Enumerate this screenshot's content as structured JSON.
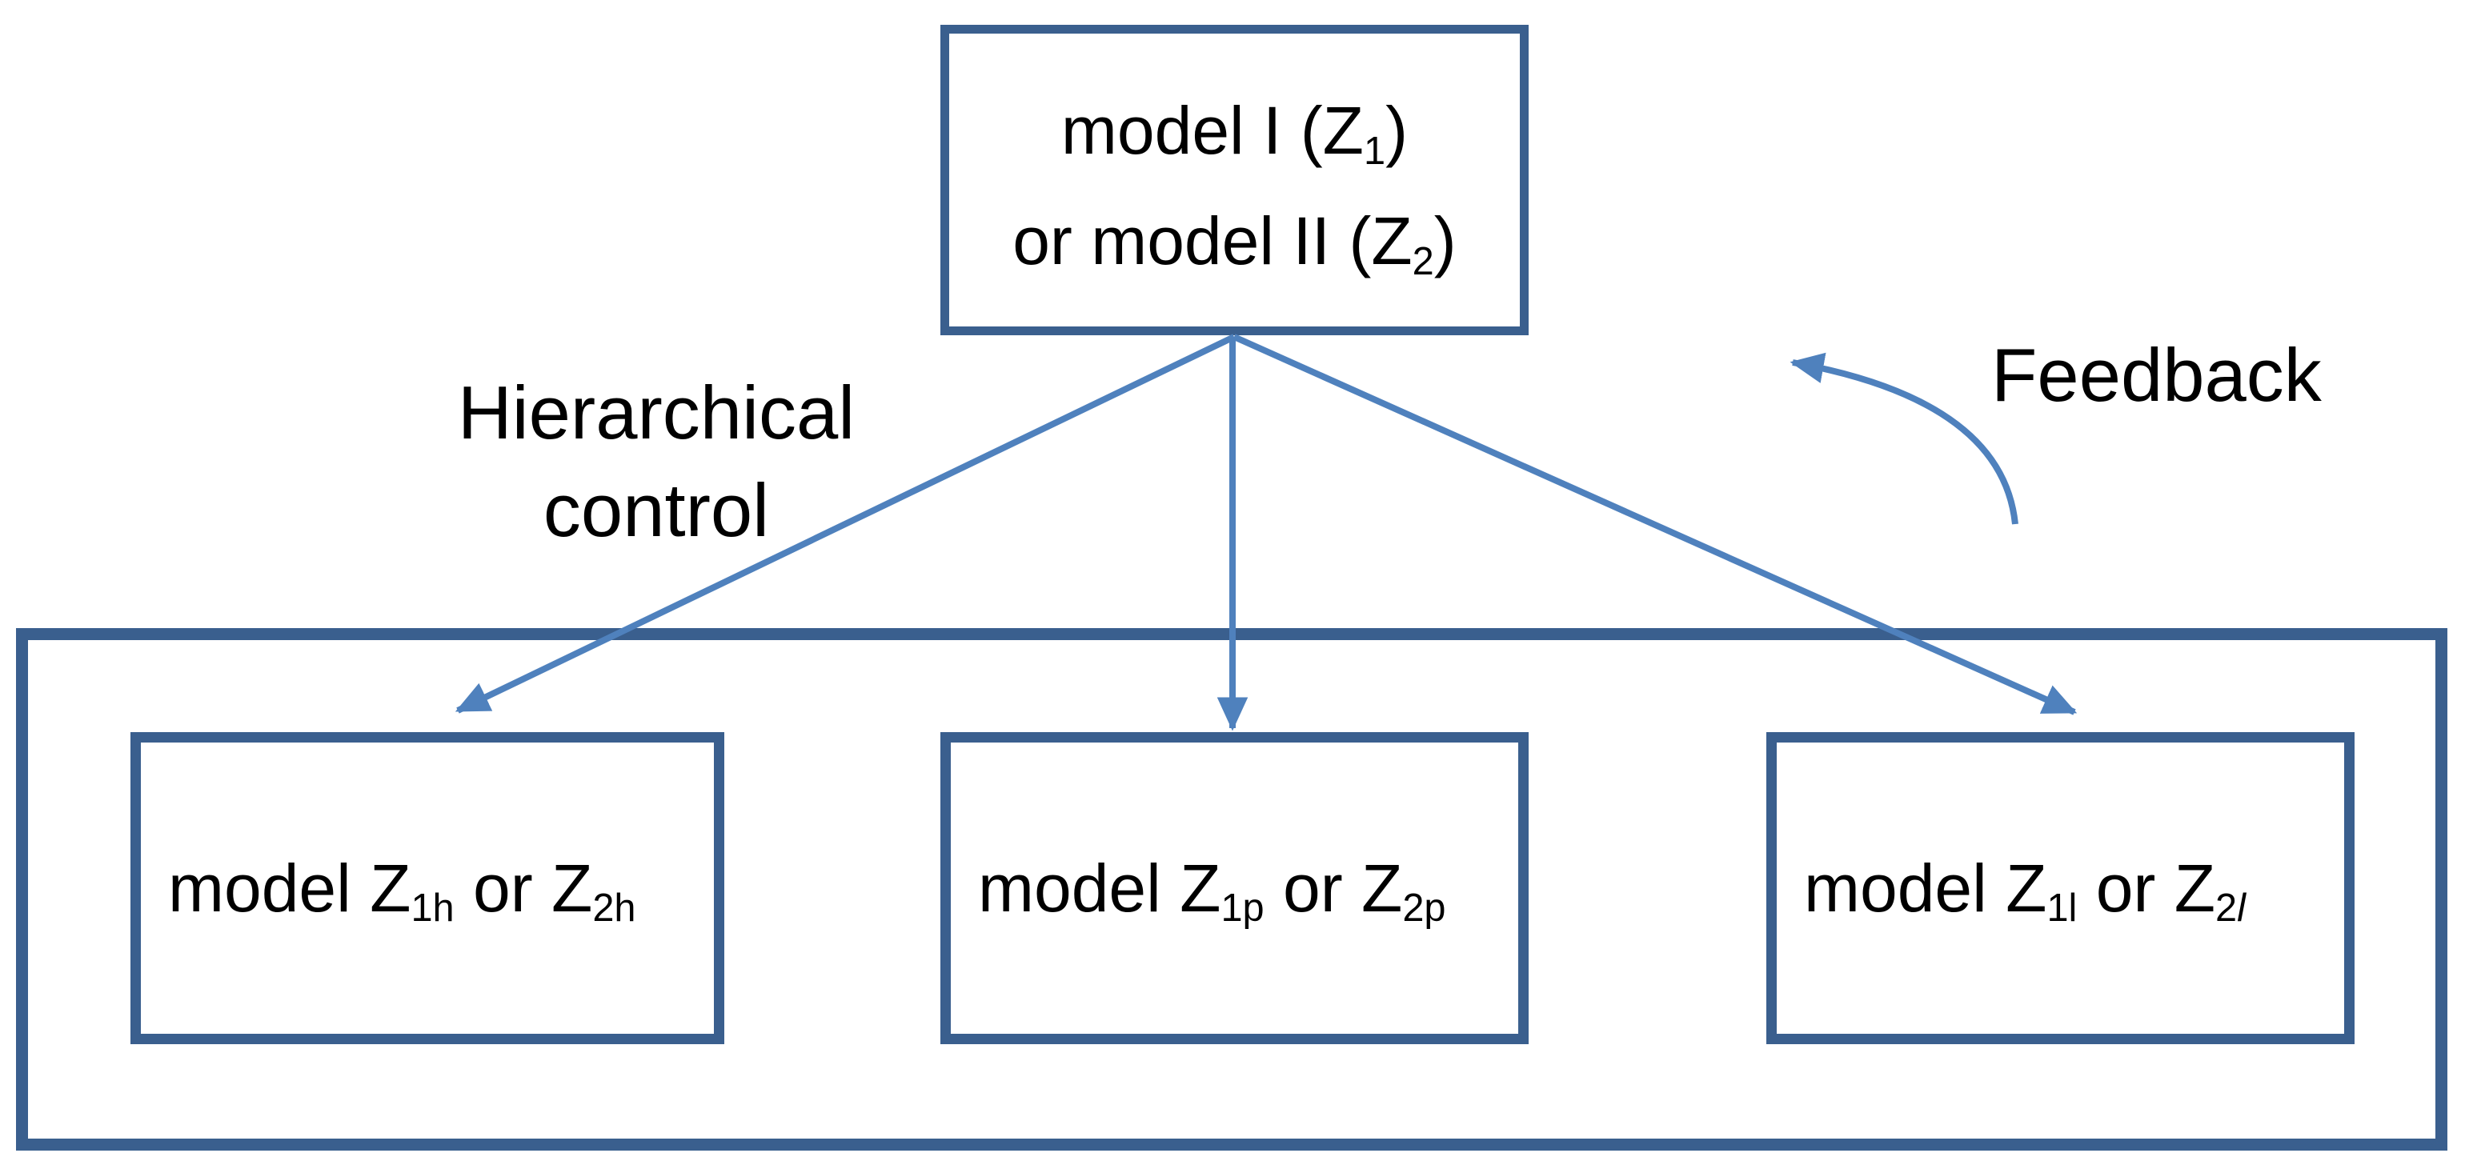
{
  "top_box": {
    "line1": [
      {
        "t": "model I (Z"
      },
      {
        "t": "1",
        "sub": true
      },
      {
        "t": ")"
      }
    ],
    "line2": [
      {
        "t": "or model II (Z"
      },
      {
        "t": "2",
        "sub": true
      },
      {
        "t": ")"
      }
    ]
  },
  "labels": {
    "hierarchical_line1": "Hierarchical",
    "hierarchical_line2": "control",
    "feedback": "Feedback"
  },
  "child_boxes": [
    {
      "name": "high-level-model-box",
      "segments": [
        {
          "t": "model Z"
        },
        {
          "t": "1h",
          "sub": true
        },
        {
          "t": " or Z"
        },
        {
          "t": "2h",
          "sub": true
        }
      ]
    },
    {
      "name": "mid-level-model-box",
      "segments": [
        {
          "t": "model Z"
        },
        {
          "t": "1p",
          "sub": true
        },
        {
          "t": " or Z"
        },
        {
          "t": "2p",
          "sub": true
        }
      ]
    },
    {
      "name": "low-level-model-box",
      "segments": [
        {
          "t": "model Z"
        },
        {
          "t": "1l",
          "sub": true
        },
        {
          "t": " or Z"
        },
        {
          "t": "2",
          "sub": true
        },
        {
          "t": "l",
          "sub": true,
          "italic": true
        }
      ]
    }
  ],
  "colors": {
    "box_border": "#3a5f8e",
    "arrow": "#4f81bd",
    "text": "#000000",
    "background": "#ffffff"
  }
}
